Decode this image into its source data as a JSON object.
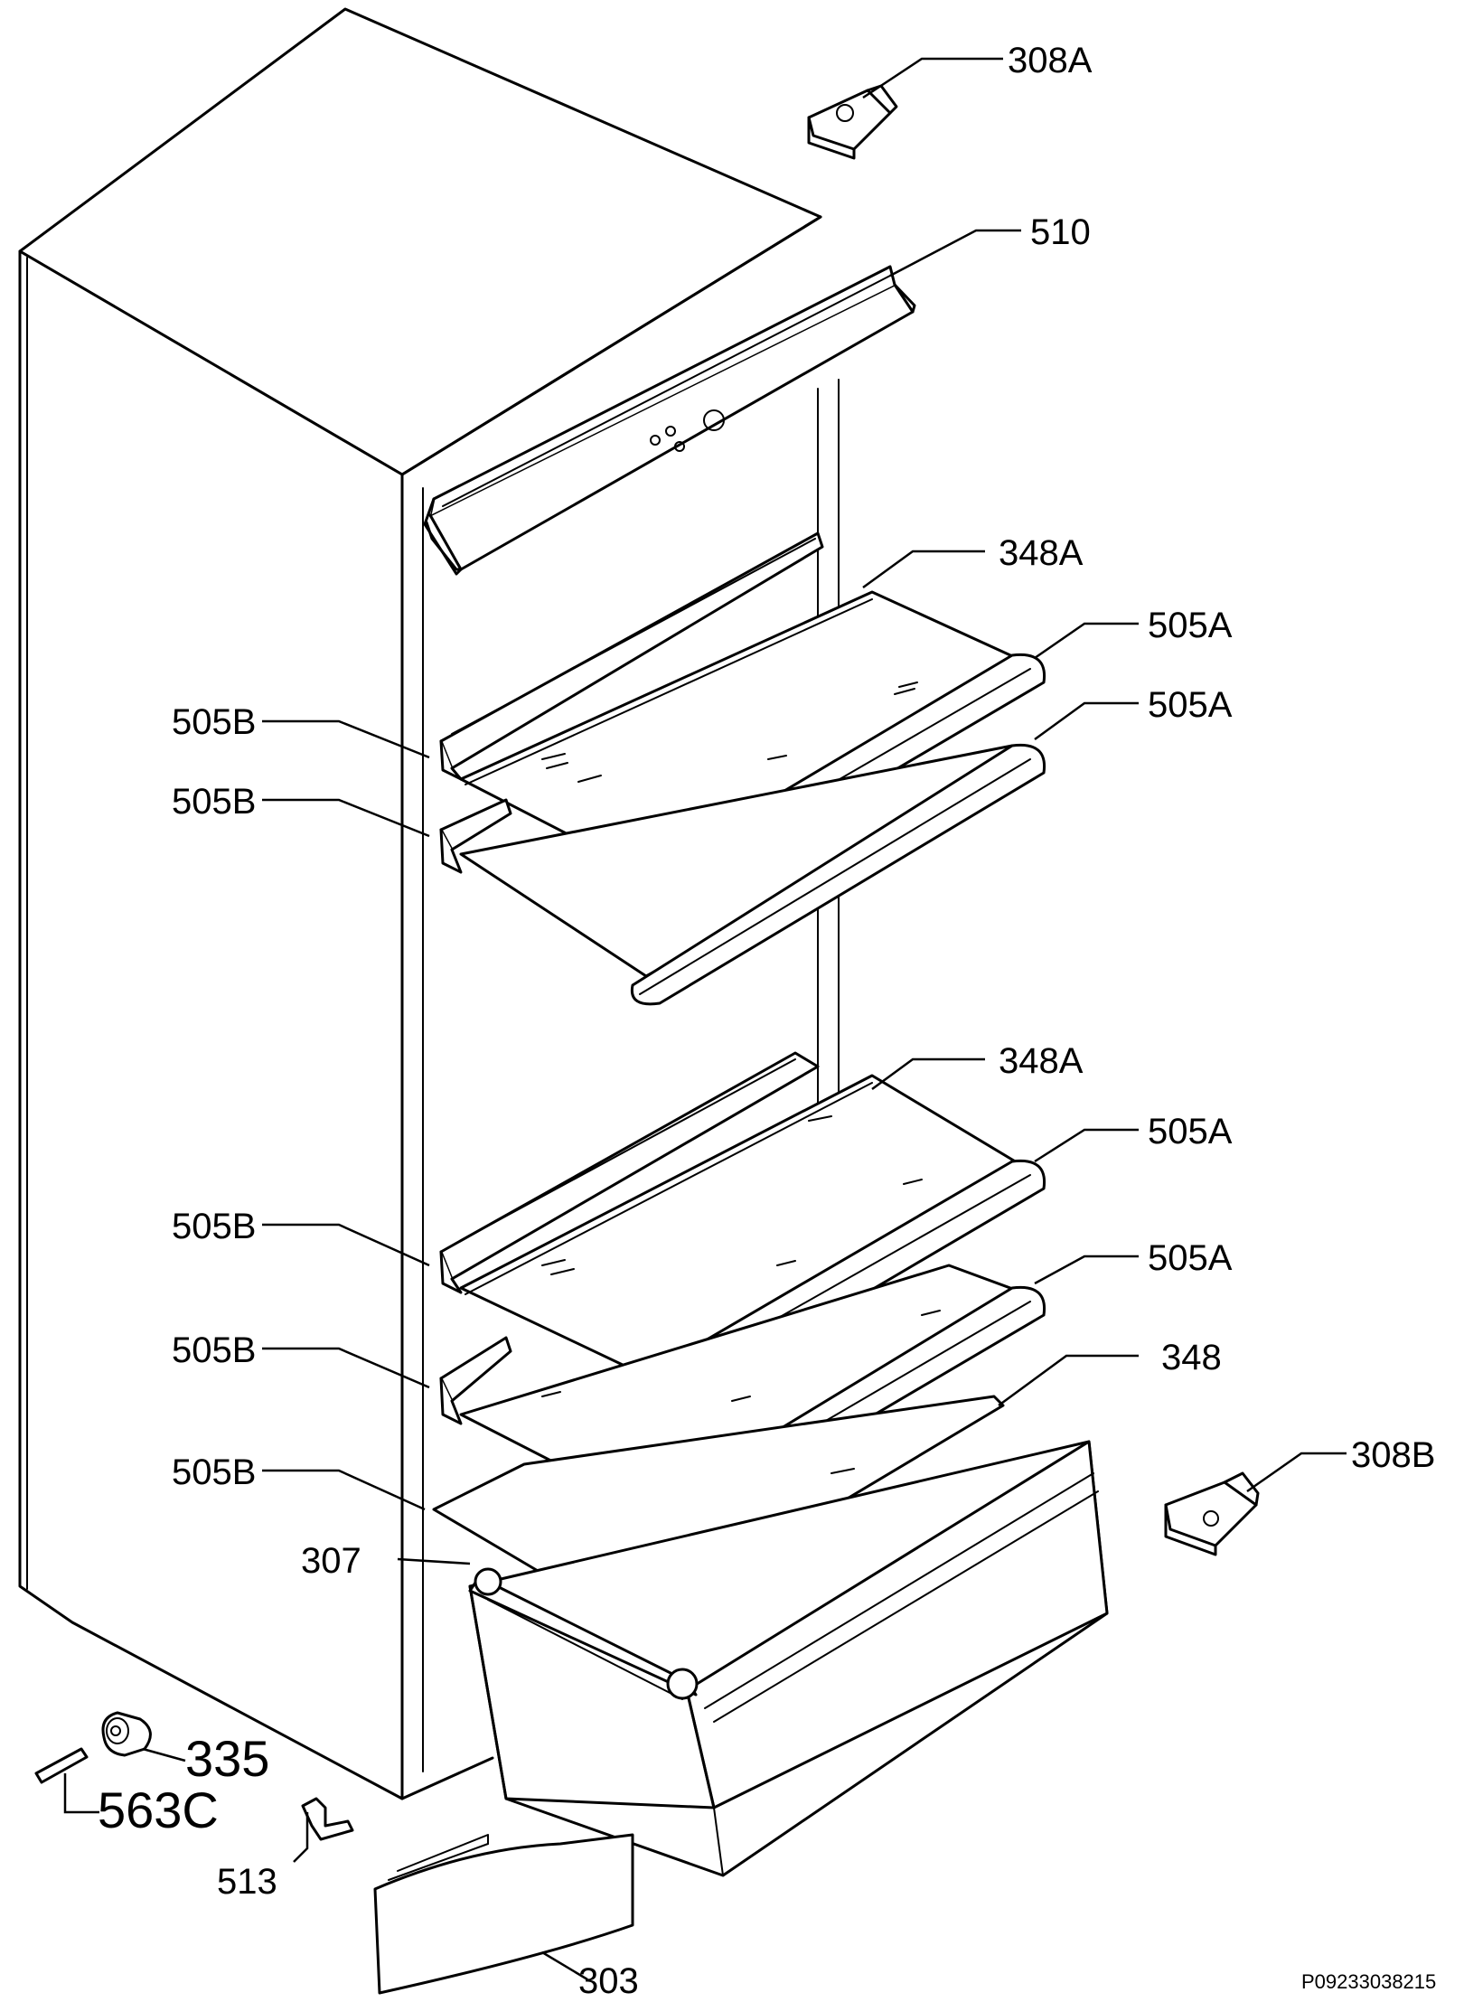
{
  "labels": {
    "l308a": "308A",
    "l510": "510",
    "l348a_top": "348A",
    "l505a_1": "505A",
    "l505a_2": "505A",
    "l505b_1": "505B",
    "l505b_2": "505B",
    "l348a_mid": "348A",
    "l505a_3": "505A",
    "l505b_3": "505B",
    "l505a_4": "505A",
    "l505b_4": "505B",
    "l348": "348",
    "l505b_5": "505B",
    "l308b": "308B",
    "l307": "307",
    "l335": "335",
    "l563c": "563C",
    "l513": "513",
    "l303": "303"
  },
  "reference_code": "P09233038215"
}
